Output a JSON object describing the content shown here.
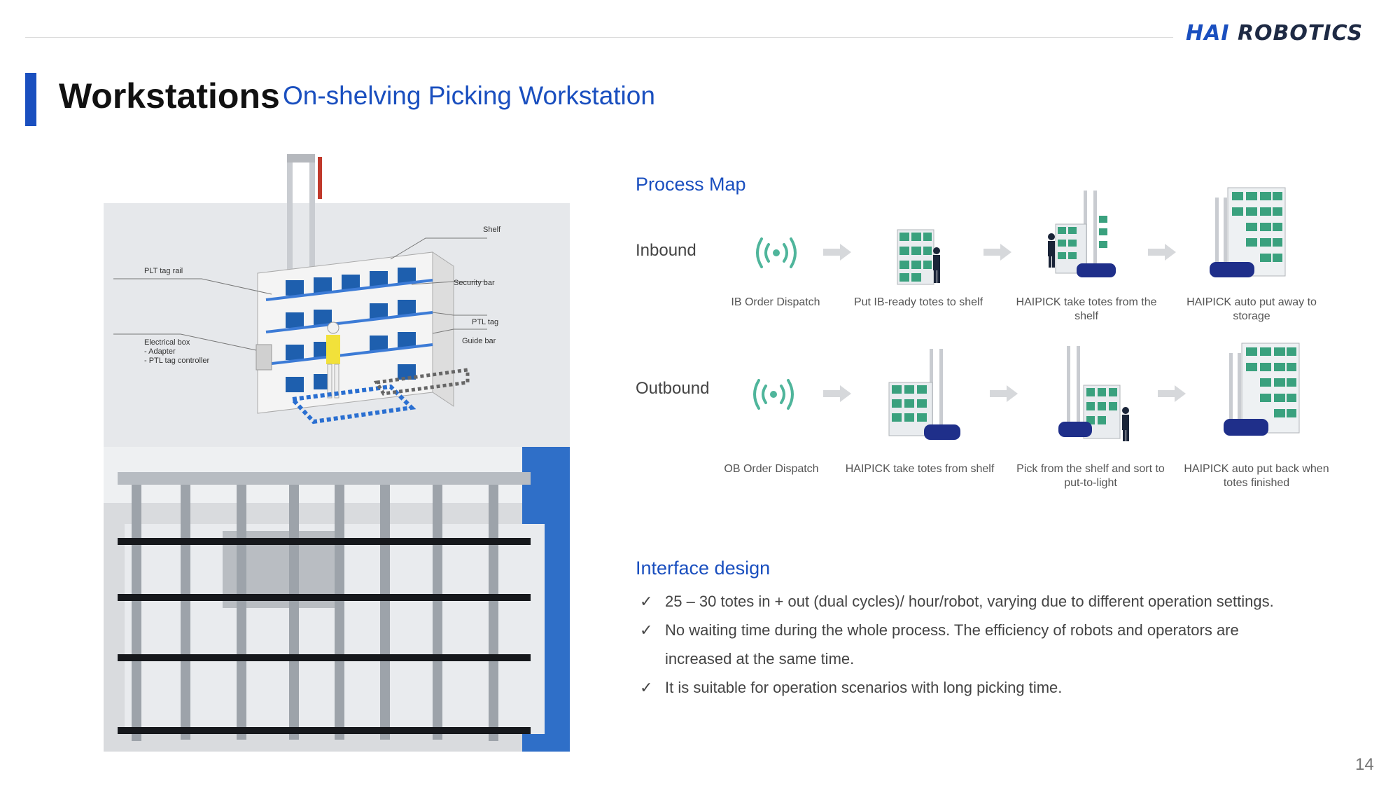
{
  "brand": {
    "logo_part1": "HAI",
    "logo_part2": "ROBOTICS"
  },
  "header": {
    "title": "Workstations",
    "subtitle": "On-shelving Picking Workstation"
  },
  "diagram": {
    "labels": {
      "shelf": "Shelf",
      "plt_tag_rail": "PLT tag rail",
      "security_bar": "Security bar",
      "ptl_tag": "PTL tag",
      "guide_bar": "Guide bar",
      "electrical_box": "Electrical box\n- Adapter\n- PTL tag controller"
    }
  },
  "process_map": {
    "heading": "Process Map",
    "inbound": {
      "label": "Inbound",
      "steps": [
        {
          "caption": "IB Order Dispatch",
          "icon": "wireless-signal-icon"
        },
        {
          "caption": "Put IB-ready totes to shelf",
          "icon": "shelf-operator-icon"
        },
        {
          "caption": "HAIPICK take totes from the shelf",
          "icon": "robot-shelf-icon"
        },
        {
          "caption": "HAIPICK auto put away to storage",
          "icon": "robot-storage-icon"
        }
      ]
    },
    "outbound": {
      "label": "Outbound",
      "steps": [
        {
          "caption": "OB Order Dispatch",
          "icon": "wireless-signal-icon"
        },
        {
          "caption": "HAIPICK take totes from shelf",
          "icon": "robot-shelf-icon"
        },
        {
          "caption": "Pick from the shelf and sort to put-to-light",
          "icon": "robot-operator-icon"
        },
        {
          "caption": "HAIPICK auto put back when totes finished",
          "icon": "robot-storage-icon"
        }
      ]
    }
  },
  "interface_design": {
    "heading": "Interface design",
    "bullets": [
      "25 – 30 totes in + out (dual cycles)/ hour/robot, varying due to different operation settings.",
      "No waiting time during the whole process. The efficiency of robots and operators are increased at the same time.",
      "It is suitable for operation scenarios with long picking time."
    ],
    "check_mark": "✓"
  },
  "page_number": "14",
  "colors": {
    "accent": "#1a4fbf",
    "tote_green": "#3aa17e",
    "robot_blue": "#1f2f8a"
  }
}
